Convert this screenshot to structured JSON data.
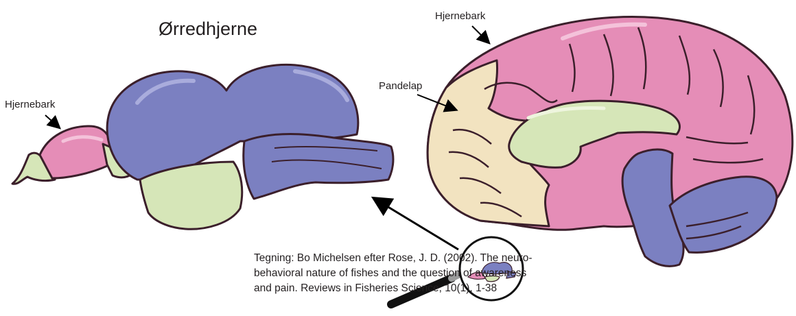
{
  "title": "Ørredhjerne",
  "labels": {
    "fish_cortex": "Hjernebark",
    "human_cortex": "Hjernebark",
    "frontal_lobe": "Pandelap"
  },
  "caption": {
    "line1": "Tegning: Bo Michelsen efter Rose, J. D. (2002). The neuro-",
    "line2": "behavioral nature of fishes and the question of awareness",
    "line3": "and pain. Reviews in Fisheries Science, 10(1), 1-38"
  },
  "colors": {
    "cortex_pink": "#e58db7",
    "cortex_pink_dark": "#d85b95",
    "mid_blue": "#7b80c1",
    "green": "#d6e6b8",
    "frontal_beige": "#f2e3c0",
    "outline": "#3b1f2b"
  },
  "icons": {
    "magnifier": "magnifier-icon"
  }
}
